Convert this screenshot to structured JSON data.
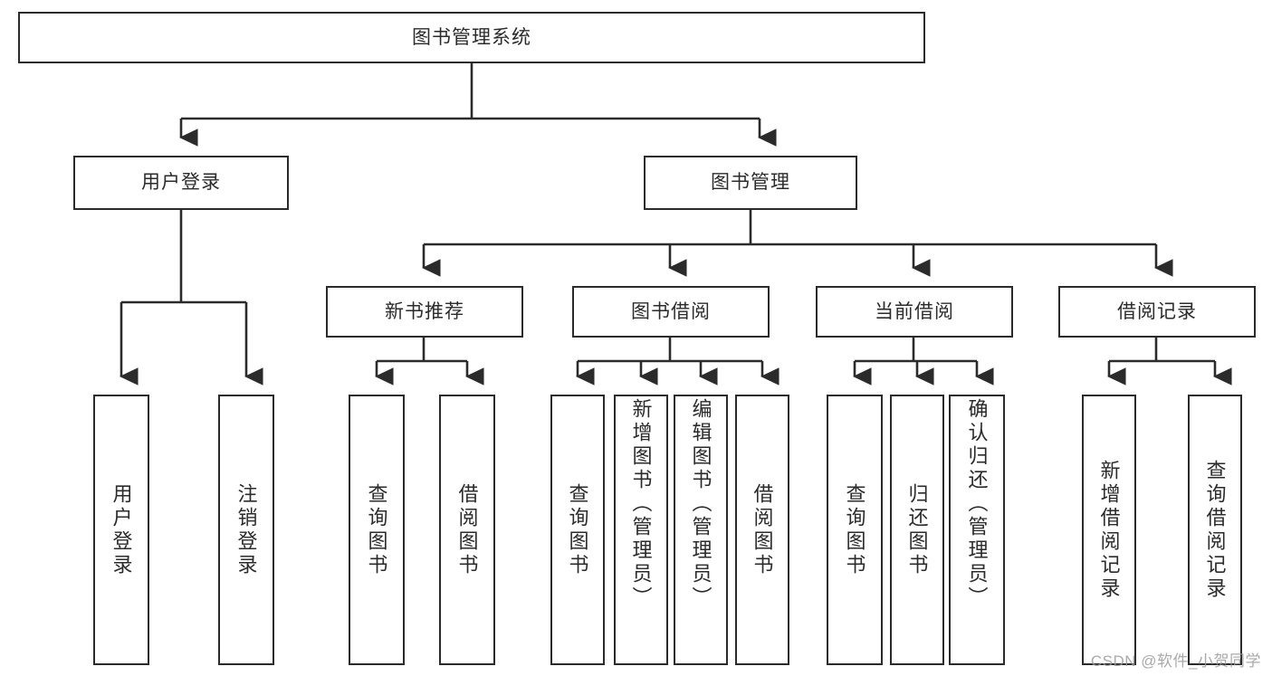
{
  "diagram": {
    "type": "tree",
    "title": "图书管理系统",
    "root": {
      "label": "图书管理系统"
    },
    "level2": [
      {
        "label": "用户登录"
      },
      {
        "label": "图书管理"
      }
    ],
    "level3": [
      {
        "label": "新书推荐"
      },
      {
        "label": "图书借阅"
      },
      {
        "label": "当前借阅"
      },
      {
        "label": "借阅记录"
      }
    ],
    "leaves": {
      "user_login": [
        {
          "label": "用户登录"
        },
        {
          "label": "注销登录"
        }
      ],
      "new_book_recommend": [
        {
          "label": "查询图书"
        },
        {
          "label": "借阅图书"
        }
      ],
      "book_borrow": [
        {
          "label": "查询图书"
        },
        {
          "label": "新增图书（管理员）"
        },
        {
          "label": "编辑图书（管理员）"
        },
        {
          "label": "借阅图书"
        }
      ],
      "current_borrow": [
        {
          "label": "查询图书"
        },
        {
          "label": "归还图书"
        },
        {
          "label": "确认归还（管理员）"
        }
      ],
      "borrow_record": [
        {
          "label": "新增借阅记录"
        },
        {
          "label": "查询借阅记录"
        }
      ]
    }
  },
  "watermark": {
    "text": "CSDN @软件_小贺同学"
  },
  "colors": {
    "stroke": "#2b2b2b",
    "background": "#ffffff",
    "text": "#2b2b2b",
    "watermark": "#9b9b9b"
  }
}
